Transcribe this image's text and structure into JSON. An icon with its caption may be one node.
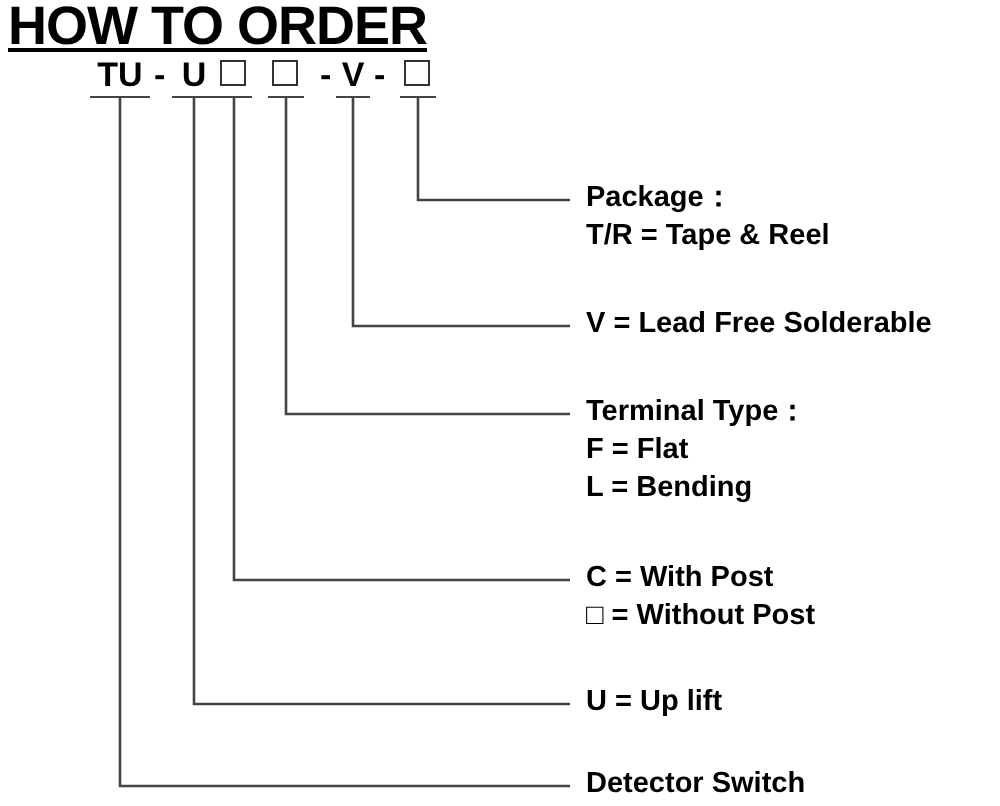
{
  "diagram": {
    "title": "HOW TO ORDER",
    "nodes": [
      {
        "text": [
          "TU"
        ]
      },
      {
        "text": [
          "U"
        ]
      },
      {
        "text": [],
        "shape": "box"
      },
      {
        "text": [],
        "shape": "box"
      },
      {
        "text": [
          "V"
        ]
      },
      {
        "text": [],
        "shape": "box"
      },
      {
        "text": [
          "Package：",
          "T/R = Tape & Reel"
        ]
      },
      {
        "text": [
          "V = Lead Free Solderable"
        ]
      },
      {
        "text": [
          "Terminal Type：",
          "F = Flat",
          "L = Bending"
        ]
      },
      {
        "text": [
          "C = With Post",
          "□ = Without Post"
        ]
      },
      {
        "text": [
          "U = Up lift"
        ]
      },
      {
        "text": [
          "Detector Switch"
        ]
      }
    ],
    "edges": [
      {
        "from": 5,
        "to": 6,
        "arrow": "none"
      },
      {
        "from": 4,
        "to": 7,
        "arrow": "none"
      },
      {
        "from": 3,
        "to": 8,
        "arrow": "none"
      },
      {
        "from": 2,
        "to": 9,
        "arrow": "none"
      },
      {
        "from": 1,
        "to": 10,
        "arrow": "none"
      },
      {
        "from": 0,
        "to": 11,
        "arrow": "none"
      }
    ],
    "labels": [
      "-",
      "-",
      "-"
    ]
  }
}
